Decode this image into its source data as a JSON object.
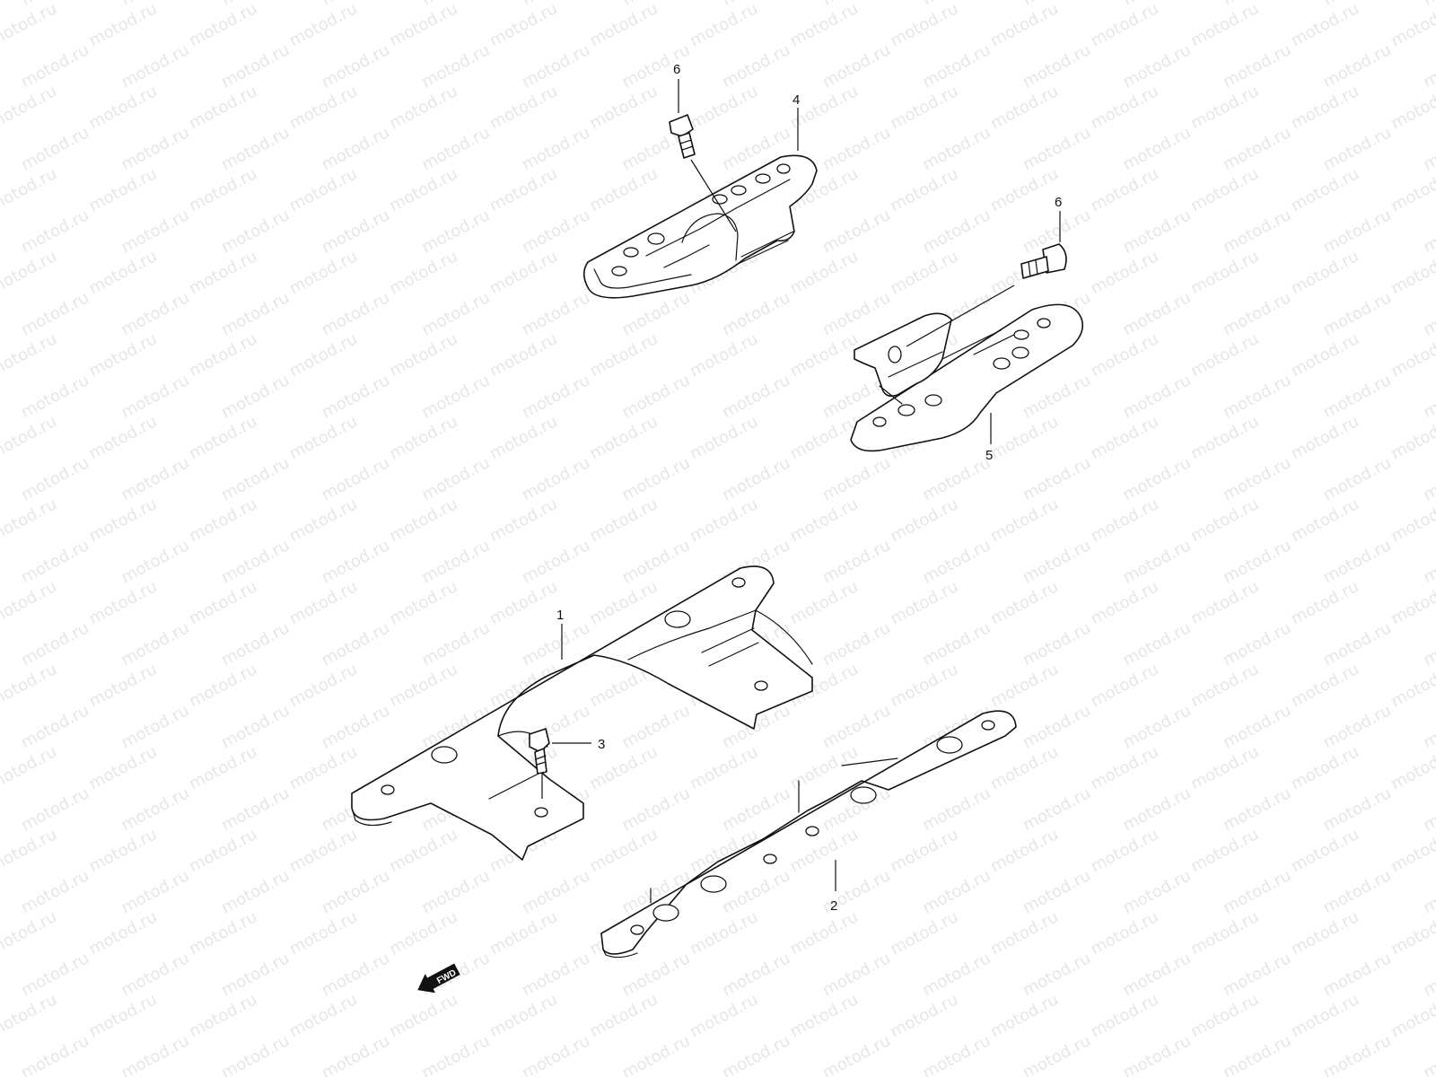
{
  "watermark": {
    "text": "motod.ru"
  },
  "callouts": [
    {
      "id": "c1",
      "label": "1"
    },
    {
      "id": "c2",
      "label": "2"
    },
    {
      "id": "c3",
      "label": "3"
    },
    {
      "id": "c4",
      "label": "4"
    },
    {
      "id": "c5",
      "label": "5"
    },
    {
      "id": "c6a",
      "label": "6"
    },
    {
      "id": "c6b",
      "label": "6"
    }
  ],
  "direction_marker": {
    "label": "FWD",
    "icon": "fwd-arrow-icon"
  }
}
